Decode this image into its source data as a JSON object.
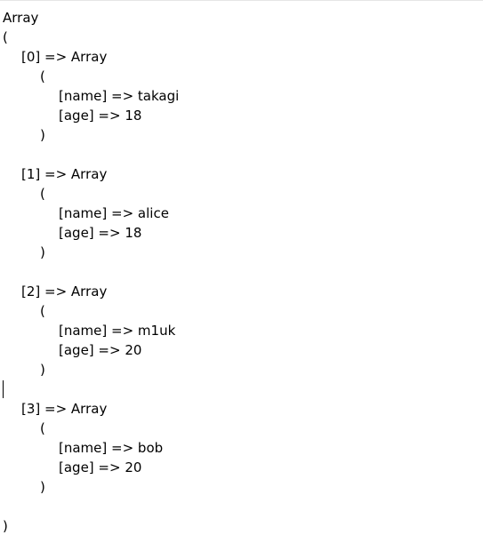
{
  "root": {
    "open_label": "Array",
    "open_paren": "(",
    "close_paren": ")"
  },
  "entries": [
    {
      "index_label": "[0] => Array",
      "open_paren": "(",
      "name_line": "[name] => takagi",
      "age_line": "[age] => 18",
      "close_paren": ")"
    },
    {
      "index_label": "[1] => Array",
      "open_paren": "(",
      "name_line": "[name] => alice",
      "age_line": "[age] => 18",
      "close_paren": ")"
    },
    {
      "index_label": "[2] => Array",
      "open_paren": "(",
      "name_line": "[name] => m1uk",
      "age_line": "[age] => 20",
      "close_paren": ")"
    },
    {
      "index_label": "[3] => Array",
      "open_paren": "(",
      "name_line": "[name] => bob",
      "age_line": "[age] => 20",
      "close_paren": ")"
    }
  ]
}
